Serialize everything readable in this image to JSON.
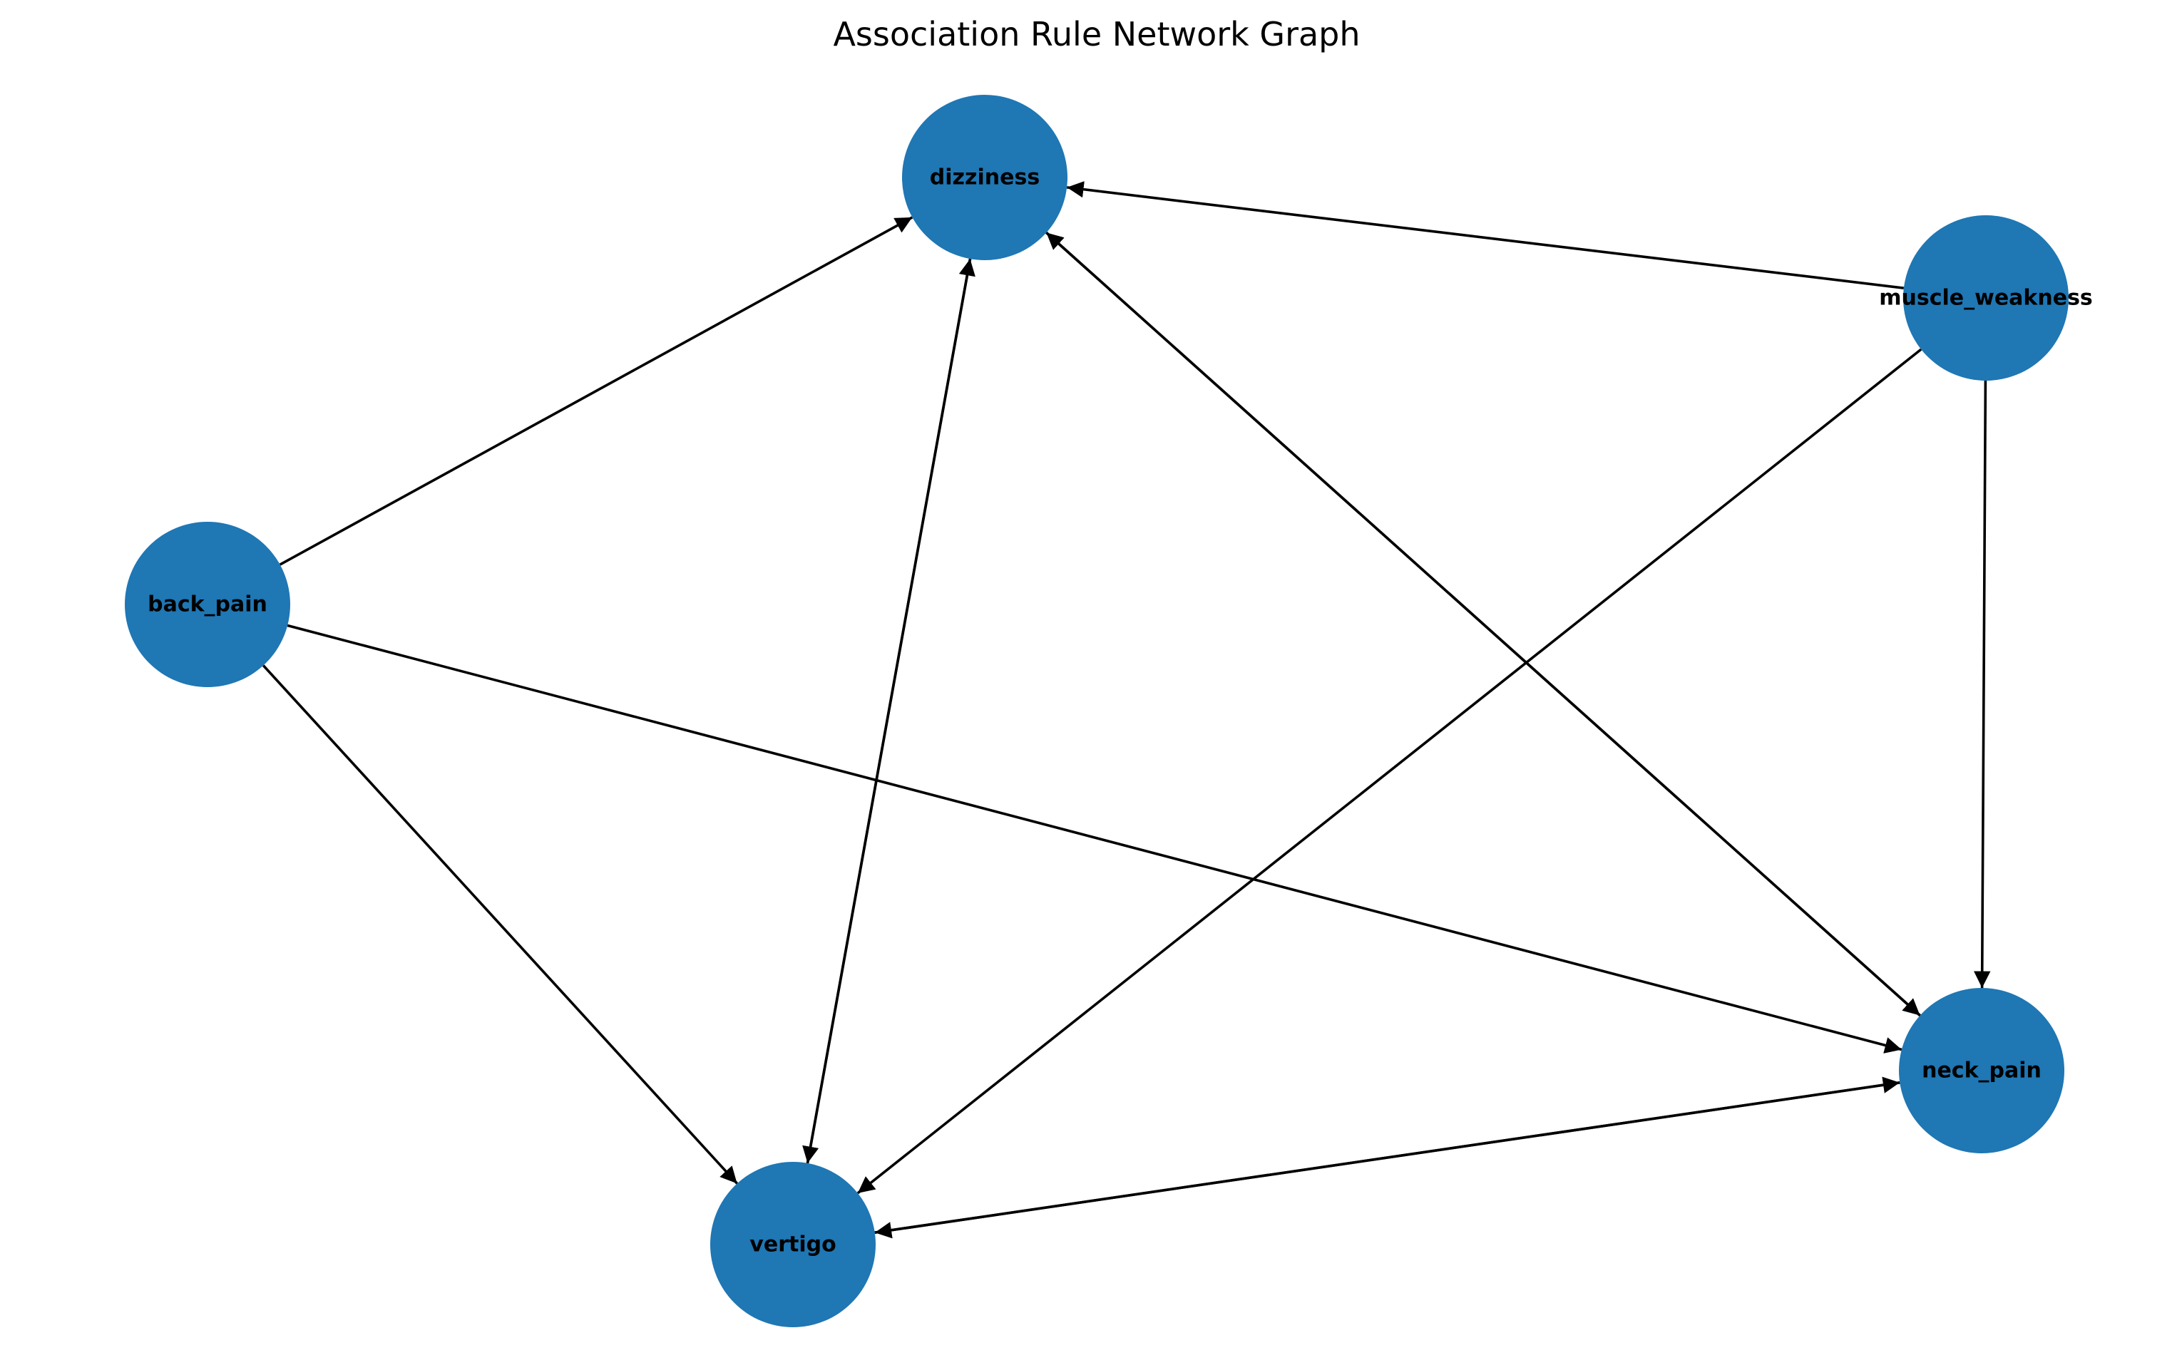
{
  "title": "Association Rule Network Graph",
  "colors": {
    "node_fill": "#1f77b4",
    "edge": "#000000",
    "text": "#000000",
    "background": "#ffffff"
  },
  "nodes": [
    {
      "id": "dizziness",
      "label": "dizziness"
    },
    {
      "id": "muscle_weakness",
      "label": "muscle_weakness"
    },
    {
      "id": "back_pain",
      "label": "back_pain"
    },
    {
      "id": "neck_pain",
      "label": "neck_pain"
    },
    {
      "id": "vertigo",
      "label": "vertigo"
    }
  ],
  "edges": [
    {
      "source": "back_pain",
      "target": "dizziness"
    },
    {
      "source": "back_pain",
      "target": "vertigo"
    },
    {
      "source": "back_pain",
      "target": "neck_pain"
    },
    {
      "source": "muscle_weakness",
      "target": "dizziness"
    },
    {
      "source": "muscle_weakness",
      "target": "vertigo"
    },
    {
      "source": "muscle_weakness",
      "target": "neck_pain"
    },
    {
      "source": "dizziness",
      "target": "vertigo"
    },
    {
      "source": "vertigo",
      "target": "dizziness"
    },
    {
      "source": "dizziness",
      "target": "neck_pain"
    },
    {
      "source": "neck_pain",
      "target": "dizziness"
    },
    {
      "source": "vertigo",
      "target": "neck_pain"
    },
    {
      "source": "neck_pain",
      "target": "vertigo"
    }
  ]
}
